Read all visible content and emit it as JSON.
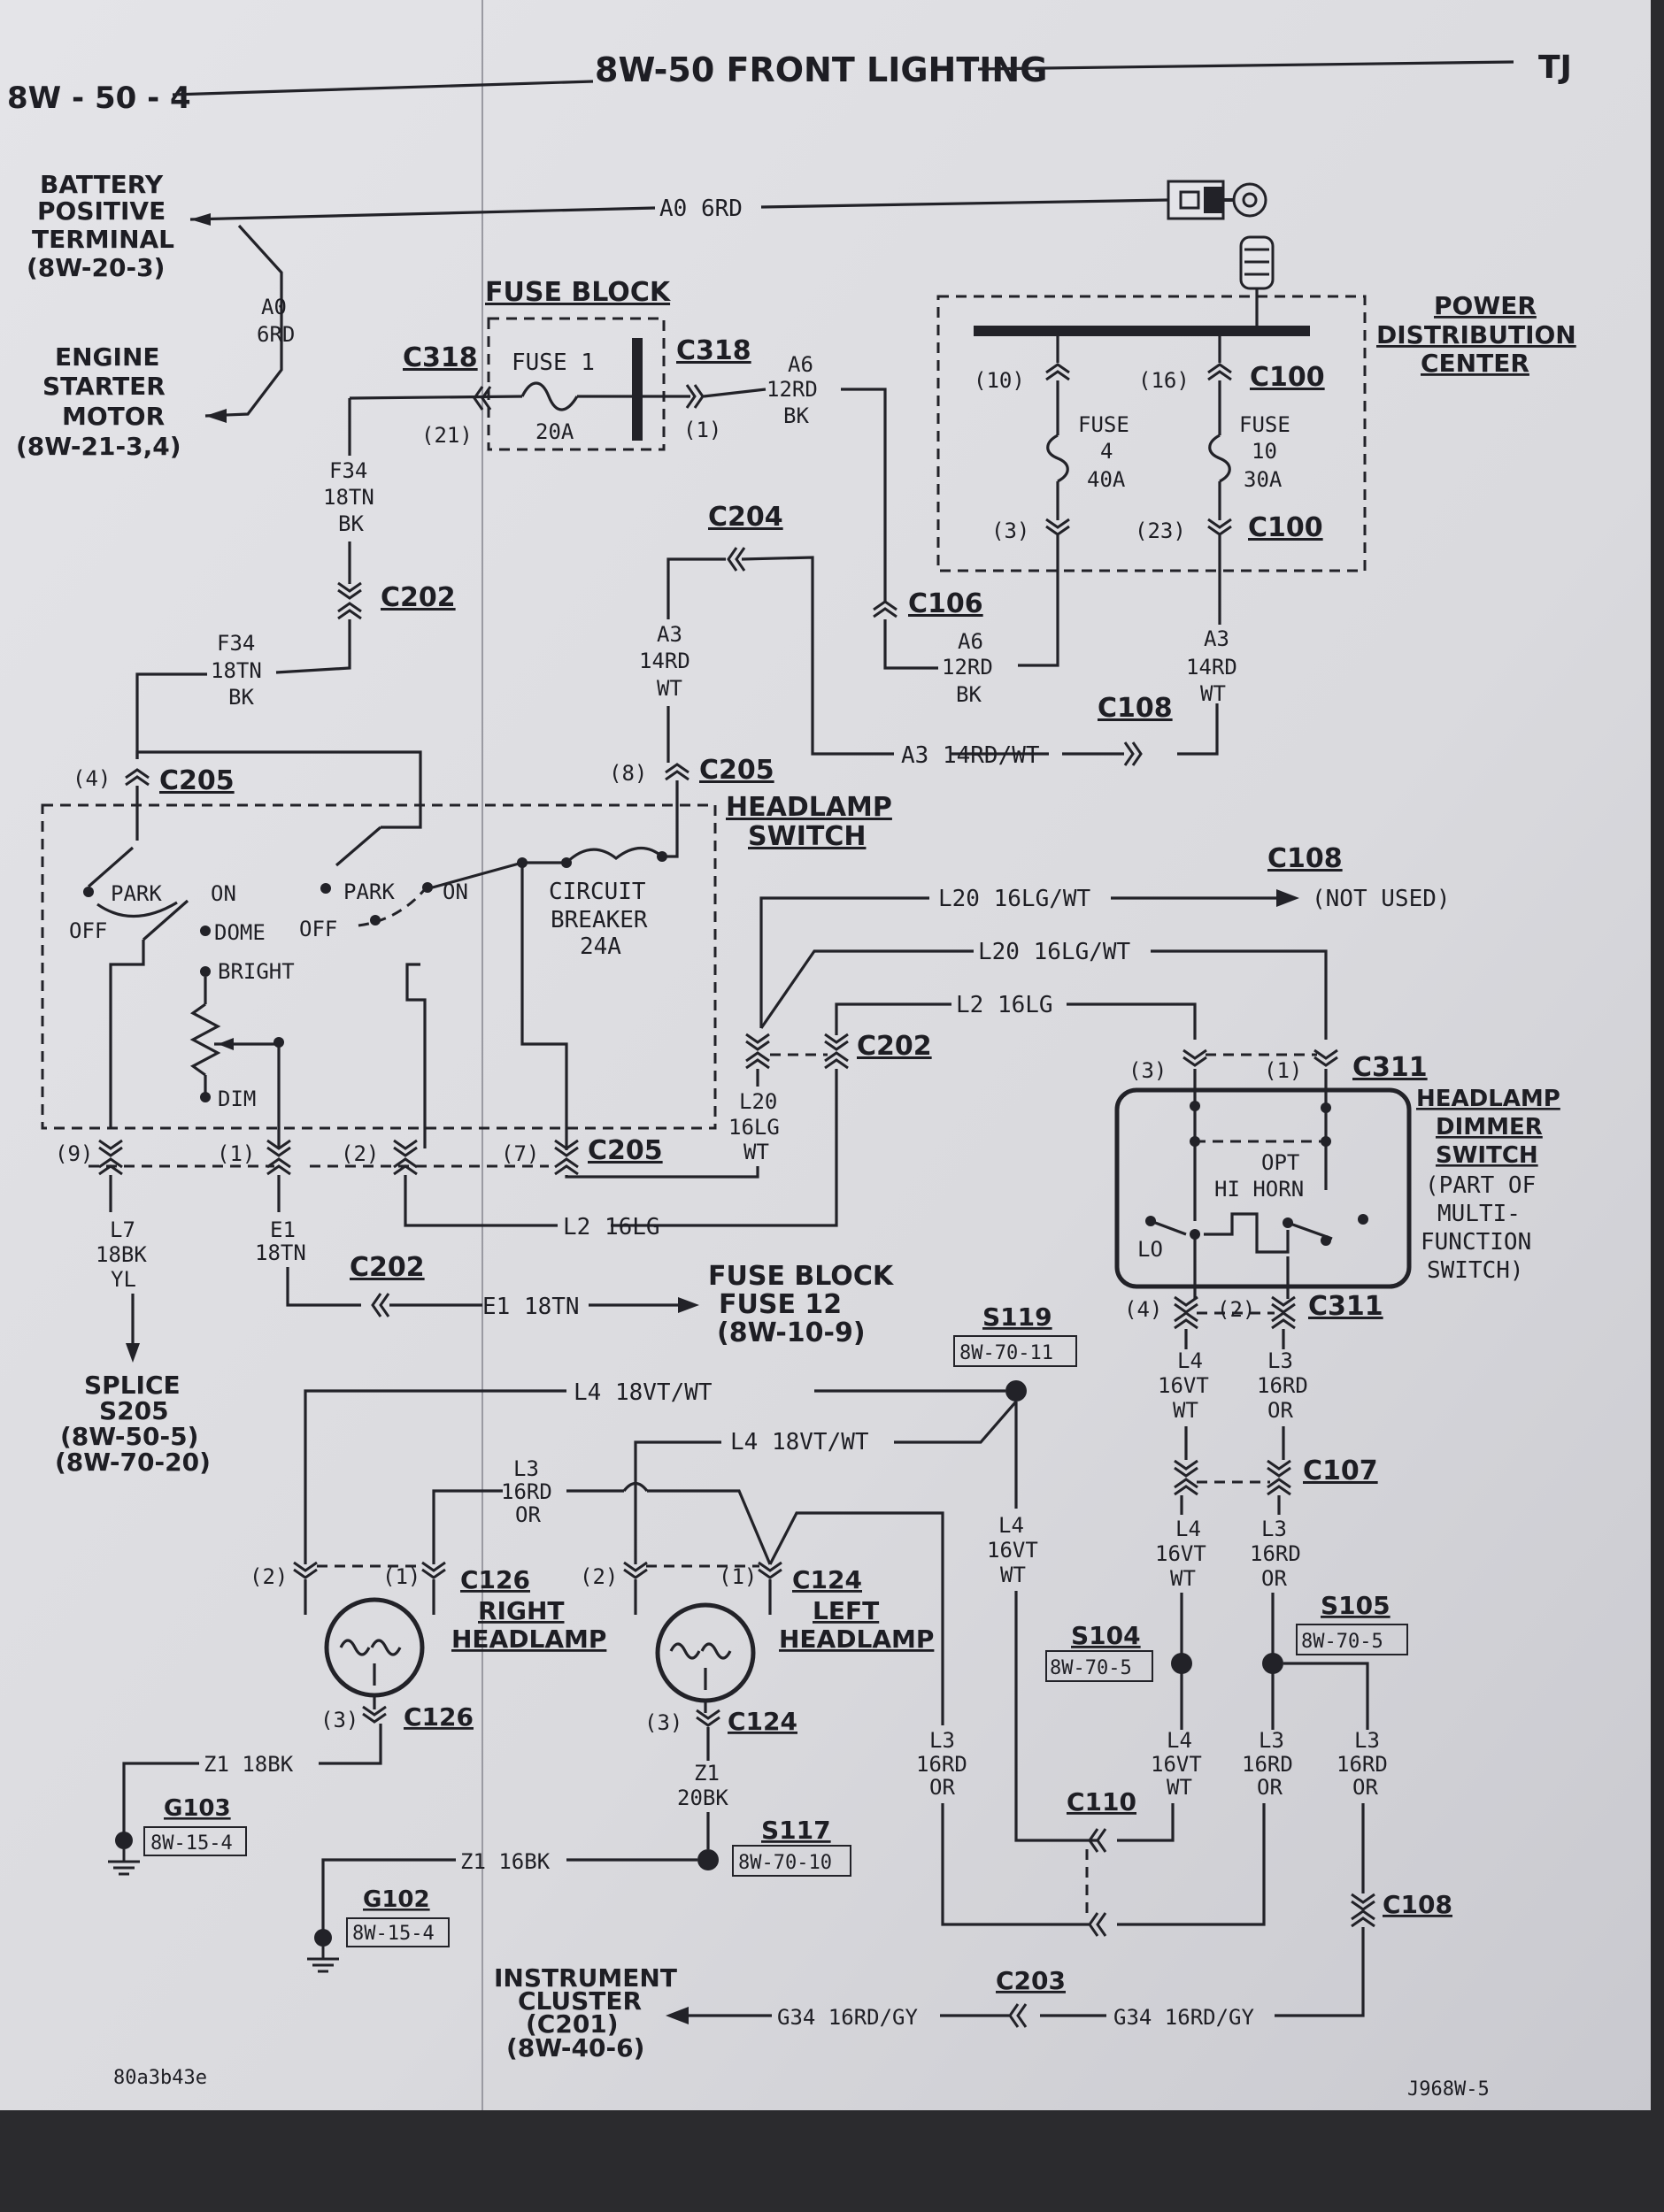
{
  "header": {
    "page_id": "8W - 50 - 4",
    "title": "8W-50 FRONT LIGHTING",
    "model": "TJ"
  },
  "labels": {
    "battery": [
      "BATTERY",
      "POSITIVE",
      "TERMINAL",
      "(8W-20-3)"
    ],
    "starter": [
      "ENGINE",
      "STARTER",
      "MOTOR",
      "(8W-21-3,4)"
    ],
    "fuse_block": "FUSE BLOCK",
    "fuse1": [
      "FUSE 1",
      "20A"
    ],
    "pdc": [
      "POWER",
      "DISTRIBUTION",
      "CENTER"
    ],
    "fuse4": [
      "FUSE",
      "4",
      "40A"
    ],
    "fuse10": [
      "FUSE",
      "10",
      "30A"
    ],
    "headlamp_switch": [
      "HEADLAMP",
      "SWITCH"
    ],
    "circuit_breaker": [
      "CIRCUIT",
      "BREAKER",
      "24A"
    ],
    "sw_park1": "PARK",
    "sw_on1": "ON",
    "sw_off1": "OFF",
    "sw_park2": "PARK",
    "sw_on2": "ON",
    "sw_off2": "OFF",
    "sw_dome": "DOME",
    "sw_bright": "BRIGHT",
    "sw_dim": "DIM",
    "dimmer": [
      "HEADLAMP",
      "DIMMER",
      "SWITCH",
      "(PART OF",
      "MULTI-",
      "FUNCTION",
      "SWITCH)"
    ],
    "opt": "OPT",
    "hi_horn": "HI HORN",
    "lo": "LO",
    "not_used": "(NOT USED)",
    "fuse_block_12": [
      "FUSE BLOCK",
      "FUSE 12",
      "(8W-10-9)"
    ],
    "splice": [
      "SPLICE",
      "S205",
      "(8W-50-5)",
      "(8W-70-20)"
    ],
    "right_headlamp": [
      "RIGHT",
      "HEADLAMP"
    ],
    "left_headlamp": [
      "LEFT",
      "HEADLAMP"
    ],
    "instrument_cluster": [
      "INSTRUMENT",
      "CLUSTER",
      "(C201)",
      "(8W-40-6)"
    ],
    "footer_left": "80a3b43e",
    "footer_right": "J968W-5"
  },
  "connectors": {
    "c318": "C318",
    "c100": "C100",
    "c204": "C204",
    "c106": "C106",
    "c202": "C202",
    "c108": "C108",
    "c205": "C205",
    "c311": "C311",
    "c107": "C107",
    "c126": "C126",
    "c124": "C124",
    "c110": "C110",
    "c203": "C203",
    "s119": "S119",
    "s119_ref": "8W-70-11",
    "s104": "S104",
    "s104_ref": "8W-70-5",
    "s105": "S105",
    "s105_ref": "8W-70-5",
    "s117": "S117",
    "s117_ref": "8W-70-10",
    "g103": "G103",
    "g103_ref": "8W-15-4",
    "g102": "G102",
    "g102_ref": "8W-15-4"
  },
  "wires": {
    "a0_main": "A0 6RD",
    "a0": [
      "A0",
      "6RD"
    ],
    "a6": [
      "A6",
      "12RD",
      "BK"
    ],
    "f34": [
      "F34",
      "18TN",
      "BK"
    ],
    "a3": [
      "A3",
      "14RD",
      "WT"
    ],
    "a3_line": "A3 14RD/WT",
    "l20_a": "L20 16LG/WT",
    "l20_b": "L20 16LG/WT",
    "l2": "L2 16LG",
    "l20_v": [
      "L20",
      "16LG",
      "WT"
    ],
    "l2_b": "L2 16LG",
    "l7": [
      "L7",
      "18BK",
      "YL"
    ],
    "e1": [
      "E1",
      "18TN"
    ],
    "e1_line": "E1 18TN",
    "l4_a": "L4 18VT/WT",
    "l4_b": "L4 18VT/WT",
    "l3": [
      "L3",
      "16RD",
      "OR"
    ],
    "l4": [
      "L4",
      "16VT",
      "WT"
    ],
    "z1_a": "Z1 18BK",
    "z1_b": "Z1 16BK",
    "z1_c": [
      "Z1",
      "20BK"
    ],
    "g34_a": "G34 16RD/GY",
    "g34_b": "G34 16RD/GY"
  },
  "pins": {
    "p10": "(10)",
    "p16": "(16)",
    "p3": "(3)",
    "p23": "(23)",
    "p21": "(21)",
    "p1": "(1)",
    "p4": "(4)",
    "p8": "(8)",
    "p9": "(9)",
    "p2": "(2)",
    "p7": "(7)"
  }
}
